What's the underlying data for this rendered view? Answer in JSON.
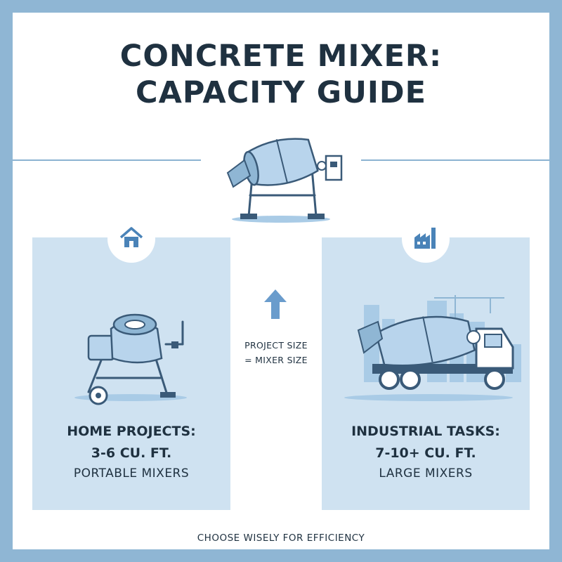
{
  "title": {
    "line1": "CONCRETE MIXER:",
    "line2": "CAPACITY GUIDE"
  },
  "hero_icon": "concrete-mixer-icon",
  "center": {
    "icon": "arrow-up-icon",
    "line1": "PROJECT SIZE",
    "line2": "= MIXER SIZE"
  },
  "panels": [
    {
      "icon": "house-icon",
      "illustration": "portable-mixer",
      "heading": "HOME PROJECTS:",
      "capacity": "3-6 CU. FT.",
      "type": "PORTABLE MIXERS"
    },
    {
      "icon": "factory-icon",
      "illustration": "mixer-truck",
      "heading": "INDUSTRIAL TASKS:",
      "capacity": "7-10+ CU. FT.",
      "type": "LARGE MIXERS"
    }
  ],
  "footer": "CHOOSE WISELY FOR EFFICIENCY",
  "colors": {
    "border": "#8fb6d4",
    "panel": "#cfe2f1",
    "accent": "#4a83b8",
    "text": "#1f3140"
  }
}
